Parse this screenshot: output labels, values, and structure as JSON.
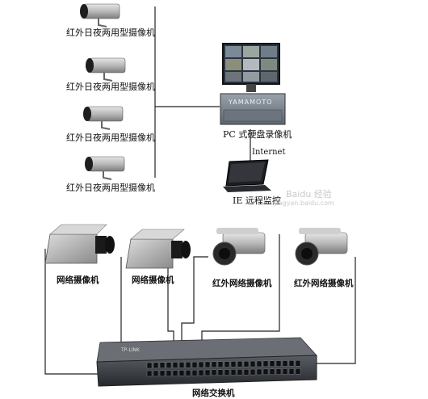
{
  "diagram": {
    "top_cameras": [
      {
        "label": "红外日夜两用型摄像机"
      },
      {
        "label": "红外日夜两用型摄像机"
      },
      {
        "label": "红外日夜两用型摄像机"
      },
      {
        "label": "红外日夜两用型摄像机"
      }
    ],
    "recorder": {
      "label": "PC 式硬盘录像机",
      "brand": "YAMAMOTO"
    },
    "link_label": "Internet",
    "laptop": {
      "label": "IE 远程监控"
    },
    "network_cameras": [
      {
        "label": "网络摄像机",
        "kind": "box"
      },
      {
        "label": "网络摄像机",
        "kind": "box"
      },
      {
        "label": "红外网络摄像机",
        "kind": "bullet"
      },
      {
        "label": "红外网络摄像机",
        "kind": "bullet"
      }
    ],
    "switch": {
      "label": "网络交换机",
      "brand": "TP-LINK"
    },
    "watermark": {
      "line1": "Baidu 经验",
      "line2": "jingyan.baidu.com"
    }
  },
  "colors": {
    "line": "#222222",
    "camera_body": "#b8b8b8",
    "switch_body": "#3a3d42",
    "screen": "#2b3440"
  }
}
